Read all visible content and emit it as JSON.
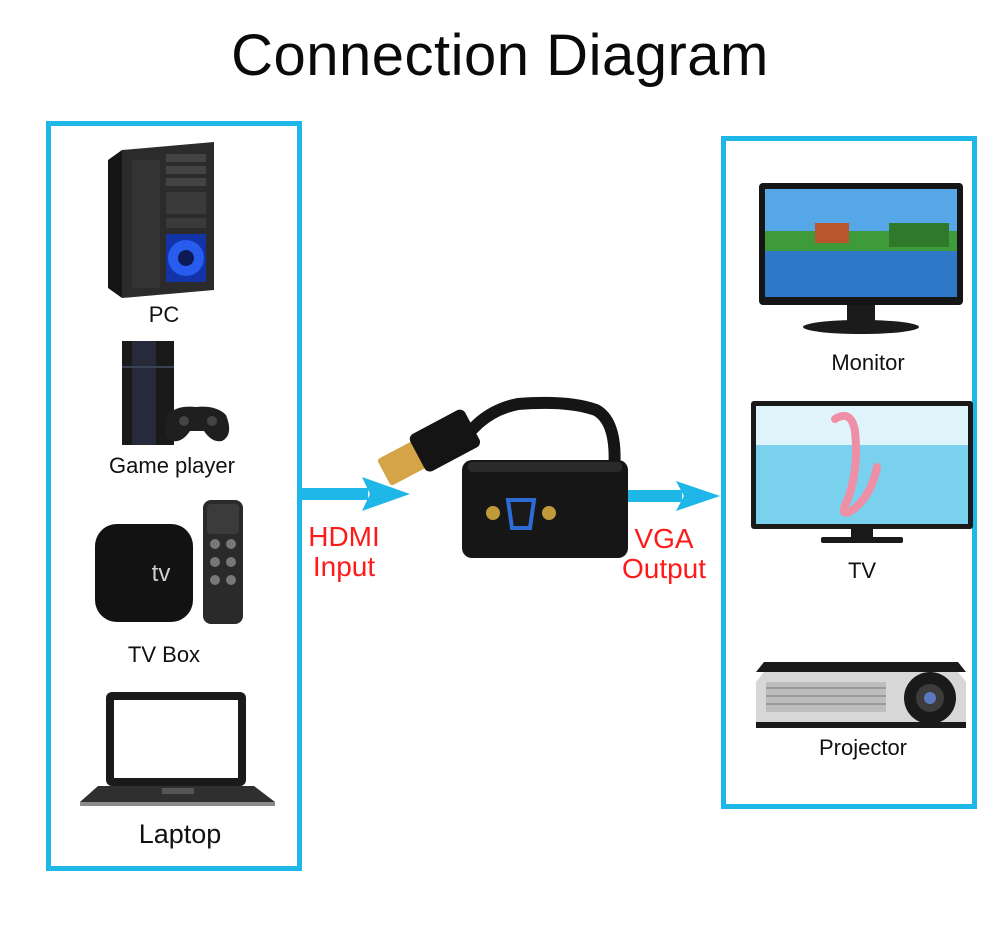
{
  "title": "Connection Diagram",
  "inputs": [
    {
      "label": "PC",
      "icon": "pc-tower-icon"
    },
    {
      "label": "Game player",
      "icon": "game-console-icon"
    },
    {
      "label": "TV Box",
      "icon": "tv-box-icon"
    },
    {
      "label": "Laptop",
      "icon": "laptop-icon"
    }
  ],
  "outputs": [
    {
      "label": "Monitor",
      "icon": "monitor-icon"
    },
    {
      "label": "TV",
      "icon": "tv-icon"
    },
    {
      "label": "Projector",
      "icon": "projector-icon"
    }
  ],
  "input_label": {
    "line1": "HDMI",
    "line2": "Input"
  },
  "output_label": {
    "line1": "VGA",
    "line2": "Output"
  },
  "tvbox_logo": "tv",
  "colors": {
    "frame": "#1fb6e8",
    "arrow": "#1fb6e8",
    "label_red": "#ff1a1a"
  }
}
